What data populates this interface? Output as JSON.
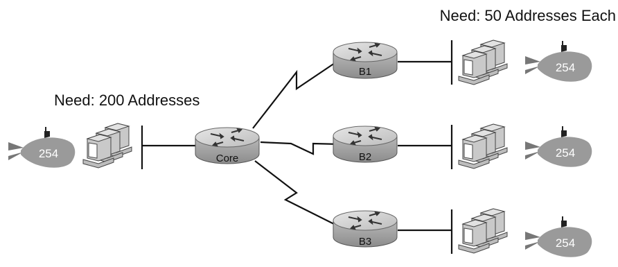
{
  "labels": {
    "need_branch": "Need: 50 Addresses Each",
    "need_core": "Need: 200 Addresses"
  },
  "routers": {
    "core": "Core",
    "b1": "B1",
    "b2": "B2",
    "b3": "B3"
  },
  "submarines": {
    "core_lan": "254",
    "b1_lan": "254",
    "b2_lan": "254",
    "b3_lan": "254"
  },
  "colors": {
    "router_body": "#a9a9a9",
    "router_top": "#d2d2d2",
    "submarine": "#9a9a9a",
    "line": "#111111"
  },
  "icons": [
    "router-icon",
    "pc-cluster-icon",
    "submarine-icon",
    "serial-link-zigzag"
  ]
}
